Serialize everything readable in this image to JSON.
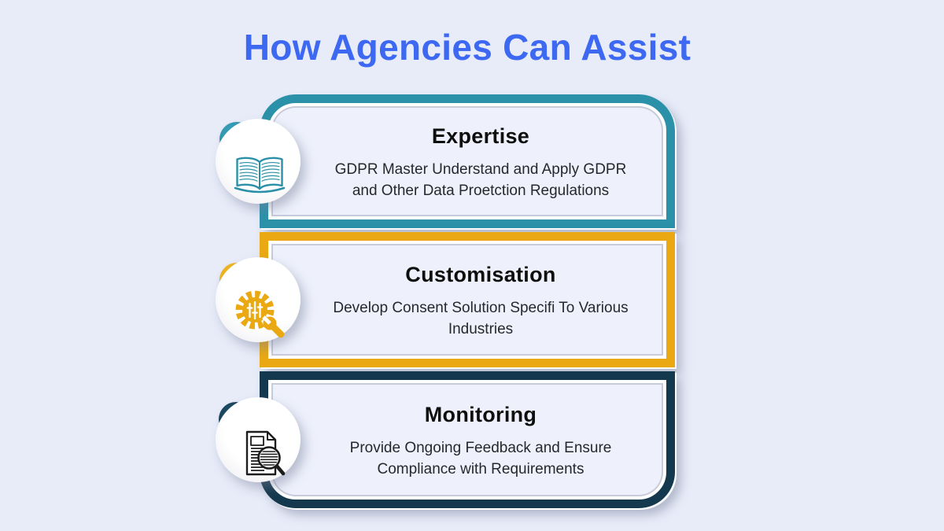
{
  "title": "How Agencies Can Assist",
  "colors": {
    "background": "#E8ECF9",
    "card_fill": "#EEF1FC",
    "title_blue": "#3D68F2",
    "heading_text": "#0E0E0E",
    "body_text": "#26282C",
    "teal_accent": "#2B91A9",
    "gold_accent": "#EAA912",
    "navy_accent": "#14384D"
  },
  "cards": [
    {
      "heading": "Expertise",
      "body_line1": "GDPR Master Understand and Apply GDPR",
      "body_line2": "and Other Data Proetction Regulations",
      "accent_color": "#2B91A9",
      "icon": "open-book-icon"
    },
    {
      "heading": "Customisation",
      "body_line1": "Develop Consent Solution Specifi To Various",
      "body_line2": "Industries",
      "accent_color": "#EAA912",
      "icon": "gear-wrench-icon"
    },
    {
      "heading": "Monitoring",
      "body_line1": "Provide Ongoing Feedback and Ensure",
      "body_line2": "Compliance with Requirements",
      "accent_color": "#14384D",
      "icon": "document-magnifier-icon"
    }
  ]
}
